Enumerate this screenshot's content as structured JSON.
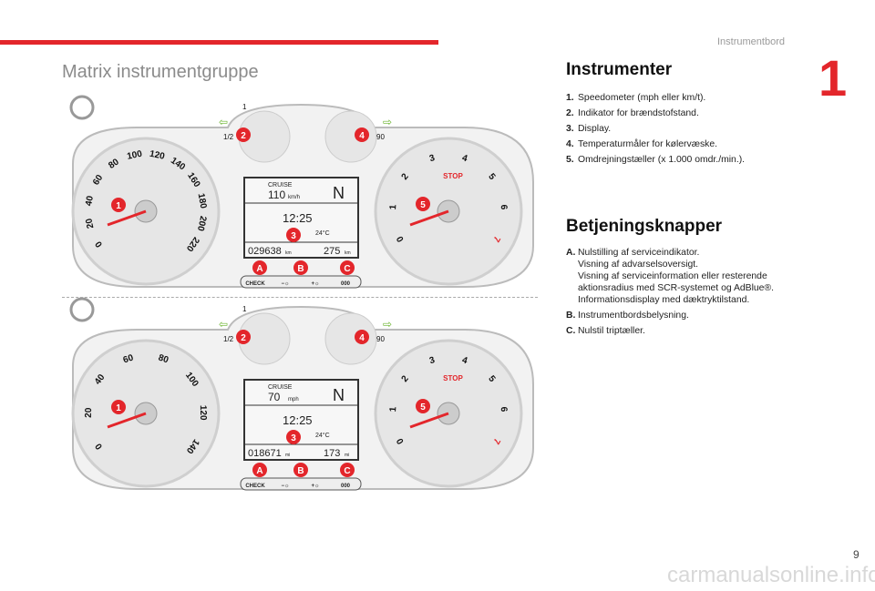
{
  "header": {
    "section": "Instrumentbord",
    "chapter": "1",
    "page": "9"
  },
  "title": "Matrix instrumentgruppe",
  "instruments": {
    "heading": "Instrumenter",
    "items": [
      {
        "key": "1.",
        "text": "Speedometer (mph eller km/t)."
      },
      {
        "key": "2.",
        "text": "Indikator for brændstofstand."
      },
      {
        "key": "3.",
        "text": "Display."
      },
      {
        "key": "4.",
        "text": "Temperaturmåler for kølervæske."
      },
      {
        "key": "5.",
        "text": "Omdrejningstæller (x 1.000 omdr./min.)."
      }
    ]
  },
  "controls": {
    "heading": "Betjeningsknapper",
    "items": [
      {
        "key": "A.",
        "lines": [
          "Nulstilling af serviceindikator.",
          "Visning af advarselsoversigt.",
          "Visning af serviceinformation eller resterende aktionsradius med SCR-systemet og AdBlue®.",
          "Informationsdisplay med dæktryktilstand."
        ]
      },
      {
        "key": "B.",
        "lines": [
          "Instrumentbordsbelysning."
        ]
      },
      {
        "key": "C.",
        "lines": [
          "Nulstil triptæller."
        ]
      }
    ]
  },
  "clusters": [
    {
      "speed_ticks": [
        "0",
        "20",
        "40",
        "60",
        "80",
        "100",
        "120",
        "140",
        "160",
        "180",
        "200",
        "220"
      ],
      "display": {
        "cruise": "CRUISE",
        "speed": "110",
        "speed_unit": "km/h",
        "gear": "N",
        "time": "12:25",
        "temp": "24°C",
        "odo": "029638",
        "odo_unit": "km",
        "range": "275",
        "range_unit": "km"
      }
    },
    {
      "speed_ticks": [
        "0",
        "20",
        "40",
        "60",
        "80",
        "100",
        "120",
        "140"
      ],
      "display": {
        "cruise": "CRUISE",
        "speed": "70",
        "speed_unit": "mph",
        "gear": "N",
        "time": "12:25",
        "temp": "24°C",
        "odo": "018671",
        "odo_unit": "mi",
        "range": "173",
        "range_unit": "mi"
      }
    }
  ],
  "tach_ticks": [
    "0",
    "1",
    "2",
    "3",
    "4",
    "5",
    "6",
    "7"
  ],
  "tach_stop": "STOP",
  "fuel_labels": [
    "1/2",
    "1"
  ],
  "temp_label": "90",
  "callouts": [
    "1",
    "2",
    "3",
    "4",
    "5"
  ],
  "buttons": [
    {
      "callout": "A",
      "label": "CHECK"
    },
    {
      "callout": "B",
      "label": "−☼"
    },
    {
      "callout": "C",
      "label": "+☼"
    },
    {
      "callout": "",
      "label": "000"
    }
  ],
  "watermark": "carmanualsonline.info",
  "colors": {
    "accent": "#e3262b",
    "text": "#222222"
  }
}
